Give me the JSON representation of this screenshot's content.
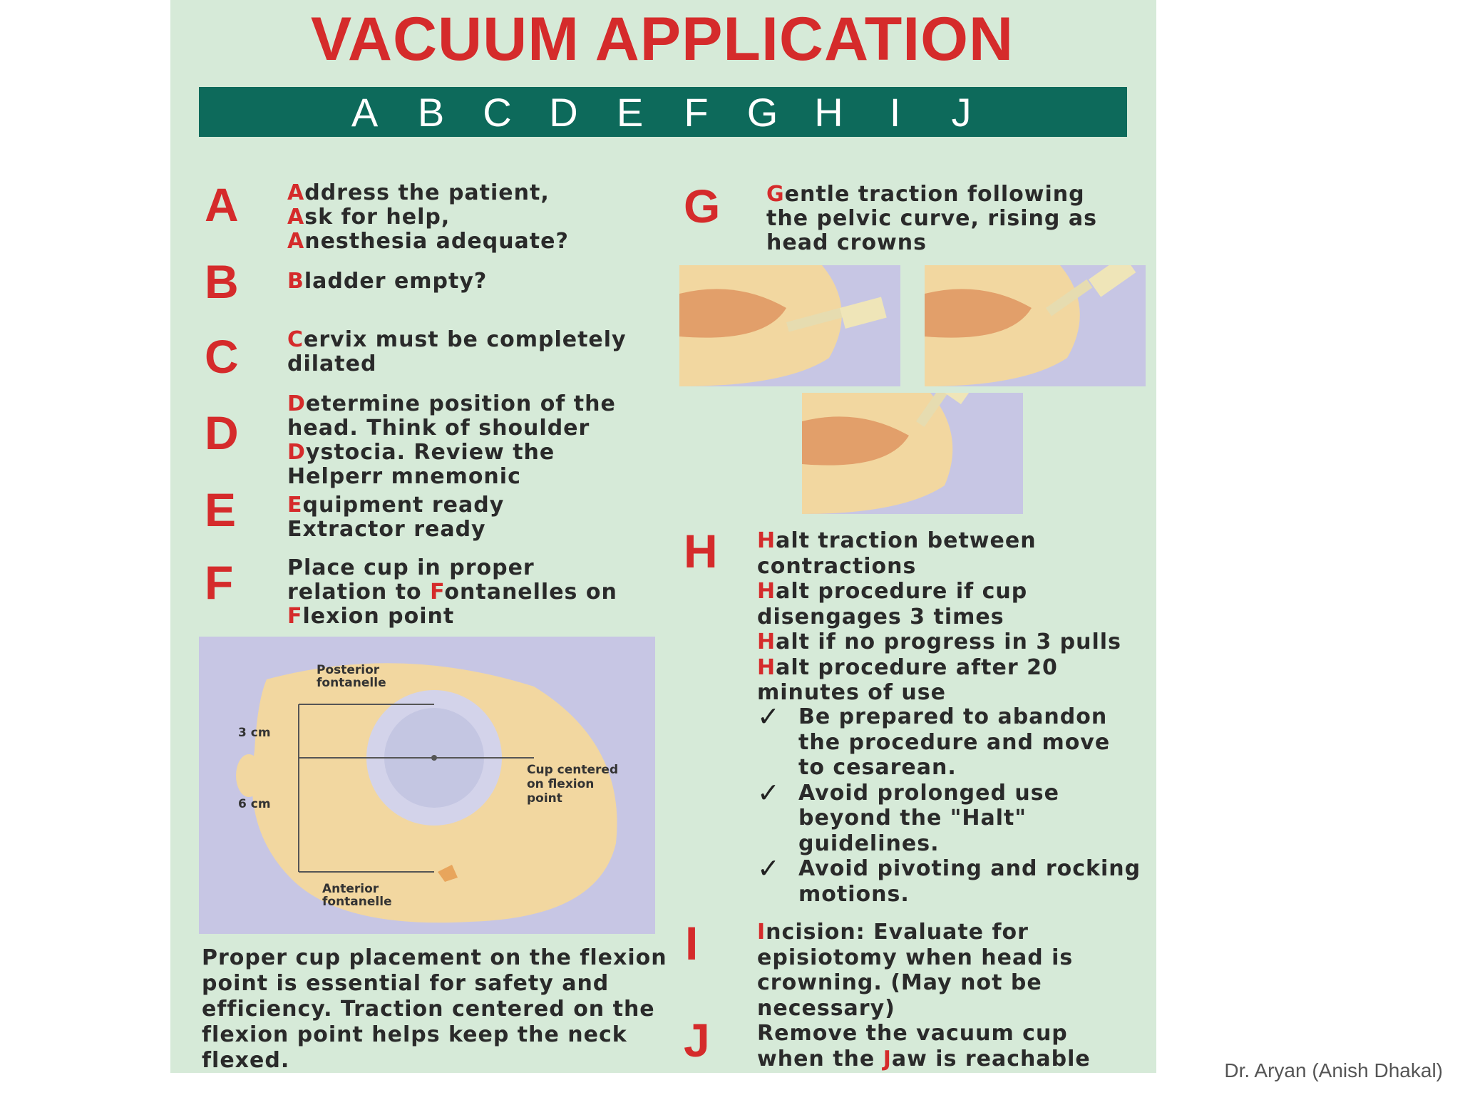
{
  "title": "VACUUM APPLICATION",
  "letters": [
    "A",
    "B",
    "C",
    "D",
    "E",
    "F",
    "G",
    "H",
    "I",
    "J"
  ],
  "items": {
    "A": {
      "letter": "A",
      "lines": [
        [
          "A",
          "ddress the patient,"
        ],
        [
          "A",
          "sk for help,"
        ],
        [
          "A",
          "nesthesia adequate?"
        ]
      ]
    },
    "B": {
      "letter": "B",
      "lines": [
        [
          "B",
          "ladder empty?"
        ]
      ]
    },
    "C": {
      "letter": "C",
      "lines": [
        [
          "C",
          "ervix must be completely"
        ],
        [
          "",
          "dilated"
        ]
      ]
    },
    "D": {
      "letter": "D",
      "lines": [
        [
          "D",
          "etermine position of the"
        ],
        [
          "",
          "head. Think of shoulder"
        ],
        [
          "D",
          "ystocia. Review the"
        ],
        [
          "",
          "Helperr mnemonic"
        ]
      ]
    },
    "E": {
      "letter": "E",
      "lines": [
        [
          "E",
          "quipment ready"
        ],
        [
          "",
          "Extractor ready"
        ]
      ]
    },
    "F": {
      "letter": "F",
      "lines": [
        [
          "",
          "Place cup in proper"
        ],
        [
          "",
          "relation to "
        ],
        [
          "F",
          "lexion point"
        ]
      ]
    },
    "G": {
      "letter": "G",
      "lines": [
        [
          "G",
          "entle traction following"
        ],
        [
          "",
          "the pelvic curve, rising as"
        ],
        [
          "",
          "head crowns"
        ]
      ]
    },
    "H": {
      "letter": "H",
      "lines": [
        [
          "H",
          "alt traction between"
        ],
        [
          "",
          "contractions"
        ],
        [
          "H",
          "alt procedure if cup"
        ],
        [
          "",
          "disengages 3 times"
        ],
        [
          "H",
          "alt if no progress in 3 pulls"
        ],
        [
          "H",
          "alt procedure after 20"
        ],
        [
          "",
          "minutes of use"
        ]
      ]
    },
    "I": {
      "letter": "I",
      "lines": [
        [
          "I",
          "ncision: Evaluate for"
        ],
        [
          "",
          "episiotomy when head is"
        ],
        [
          "",
          "crowning. (May not be"
        ],
        [
          "",
          "necessary)"
        ]
      ]
    },
    "J": {
      "letter": "J",
      "lines": [
        [
          "",
          "Remove the vacuum cup"
        ],
        [
          "",
          "when the "
        ]
      ]
    }
  },
  "f_line2_mid": "F",
  "f_line2_end": "ontanelles on",
  "j_line2_mid": "J",
  "j_line2_end": "aw is reachable",
  "checks": [
    "Be prepared to abandon the procedure and move to cesarean.",
    "Avoid  prolonged use beyond the \"Halt\" guidelines.",
    "Avoid pivoting and rocking motions."
  ],
  "diagram": {
    "posterior": "Posterior fontanelle",
    "anterior": "Anterior fontanelle",
    "cm3": "3 cm",
    "cm6": "6 cm",
    "cup": "Cup centered on flexion point"
  },
  "caption": "Proper cup placement on the flexion point is essential for safety and efficiency. Traction centered on the flexion point helps keep the neck flexed.",
  "footer": "Dr. Aryan (Anish Dhakal)",
  "colors": {
    "red": "#d52b2b",
    "teal": "#0d6a5b",
    "bg": "#d6ead8",
    "figure": "#c7c6e4",
    "skin": "#f2d7a0"
  }
}
